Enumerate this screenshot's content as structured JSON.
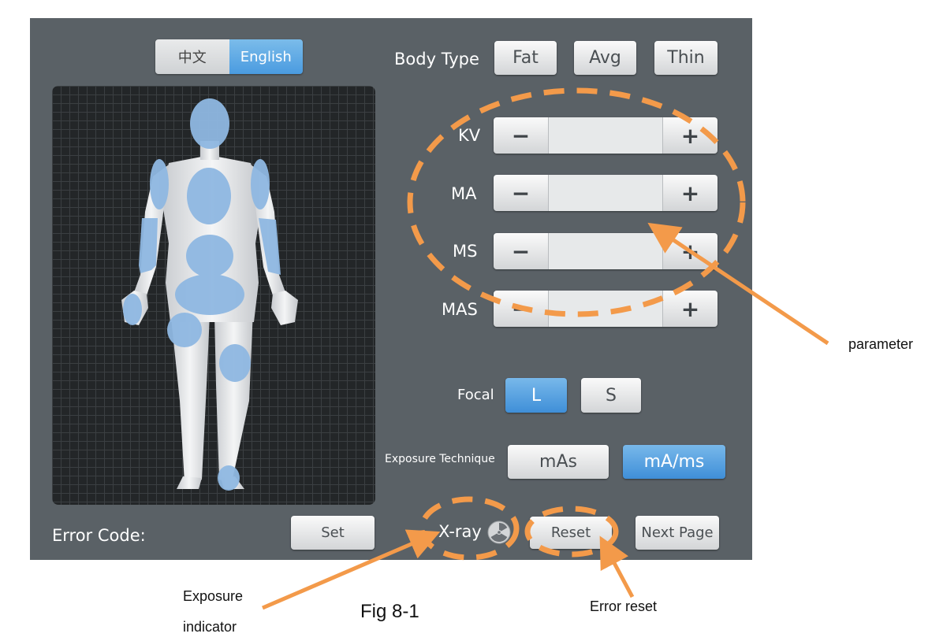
{
  "language": {
    "chinese": "中文",
    "english": "English"
  },
  "body_type": {
    "label": "Body Type",
    "options": [
      "Fat",
      "Avg",
      "Thin"
    ]
  },
  "parameters": [
    {
      "label": "KV",
      "minus": "−",
      "plus": "+",
      "value": ""
    },
    {
      "label": "MA",
      "minus": "−",
      "plus": "+",
      "value": ""
    },
    {
      "label": "MS",
      "minus": "−",
      "plus": "+",
      "value": ""
    },
    {
      "label": "MAS",
      "minus": "−",
      "plus": "+",
      "value": ""
    }
  ],
  "focal": {
    "label": "Focal",
    "options": [
      "L",
      "S"
    ],
    "selected": "L"
  },
  "exposure_technique": {
    "label": "Exposure Technique",
    "options": [
      "mAs",
      "mA/ms"
    ],
    "selected": "mA/ms"
  },
  "error_code": {
    "label": "Error Code:"
  },
  "buttons": {
    "set": "Set",
    "xray": "X-ray",
    "reset": "Reset",
    "next_page": "Next  Page"
  },
  "annotations": {
    "parameter": "parameter",
    "exposure_line1": "Exposure",
    "exposure_line2": "indicator",
    "error_reset": "Error reset",
    "figure": "Fig 8-1"
  },
  "colors": {
    "panel_bg": "#5a6166",
    "accent_blue": "#4a9be0",
    "annotation_orange": "#f39a4a",
    "body_highlight": "#8fb8e2"
  },
  "icons": {
    "xray": "radiation-icon"
  }
}
